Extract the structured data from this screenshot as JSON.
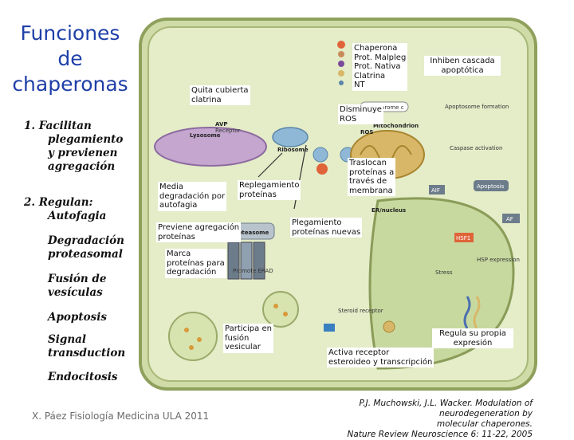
{
  "title_lines": [
    "Funciones",
    "de",
    "chaperonas"
  ],
  "functions": [
    {
      "number": "1.",
      "text_lines": [
        "Facilitan",
        "plegamiento",
        "y previenen",
        "agregación"
      ]
    },
    {
      "number": "2.",
      "text_lines": [
        "Regulan:",
        "Autofagia"
      ]
    },
    {
      "number": "",
      "text_lines": [
        "Degradación",
        "proteasomal"
      ]
    },
    {
      "number": "",
      "text_lines": [
        "Fusión de",
        "vesículas"
      ]
    },
    {
      "number": "",
      "text_lines": [
        "Apoptosis"
      ]
    },
    {
      "number": "",
      "text_lines": [
        "Signal",
        "transduction"
      ]
    },
    {
      "number": "",
      "text_lines": [
        "Endocitosis"
      ]
    }
  ],
  "annotations": {
    "chaperona": [
      "Chaperona",
      "Prot. Malpleg",
      "Prot. Nativa",
      "Clatrina",
      "NT"
    ],
    "inhiben": [
      "Inhiben cascada",
      "apoptótica"
    ],
    "quita": [
      "Quita cubierta",
      "clatrina"
    ],
    "disminuye": [
      "Disminuye",
      "ROS"
    ],
    "trasloca": [
      "Traslocan",
      "proteínas a",
      "través de",
      "membrana"
    ],
    "media": [
      "Media",
      "degradación por",
      "autofagia"
    ],
    "replegamiento": [
      "Replegamiento",
      "proteínas"
    ],
    "previene": [
      "Previene agregación",
      "proteínas"
    ],
    "plegamiento": [
      "Plegamiento",
      "proteínas nuevas"
    ],
    "marca": [
      "Marca",
      "proteínas para",
      "degradación"
    ],
    "participa": [
      "Participa en",
      "fusión",
      "vesicular"
    ],
    "regula": [
      "Regula su propia",
      "expresión"
    ],
    "activa": [
      "Activa receptor",
      "esteroideo y transcripción"
    ]
  },
  "diagram_labels": {
    "lysosome": "Lysosome",
    "avp": "AVP",
    "receptor": "Receptor",
    "ribosome": "Ribosome",
    "proteasome": "Proteasome",
    "promote_erad": "Promote ERAD",
    "mitochondrion": "Mitochondrion",
    "cytochrome": "Cytochrome c",
    "apoptosome": "Apoptosome formation",
    "caspase": "Caspase activation",
    "apoptosis": "Apoptosis",
    "er_nucleus": "ER/nucleus",
    "aif": "AIF",
    "af": "AF",
    "hsf1": "HSF1",
    "hsp_expression": "HSP expression",
    "stress": "Stress",
    "steroid_receptor": "Steroid receptor",
    "ros": "ROS",
    "nt": "NT"
  },
  "footer": {
    "left": "X. Páez Fisiología Medicina ULA 2011",
    "citation_line1": "P.J. Muchowski,  J.L. Wacker. Modulation of neurodegeneration by",
    "citation_line2": "molecular chaperones.",
    "citation_line3": "Nature Review Neuroscience 6: 11-22, 2005"
  },
  "colors": {
    "title": "#1f3fa8",
    "cell_fill": "#dfe8c2",
    "cell_border": "#9aaa6a",
    "nucleus_fill": "#c8d9a0",
    "mitochondrion": "#c8a040",
    "chaperone": "#e0643a",
    "proteasome": "#6d7c8a"
  }
}
